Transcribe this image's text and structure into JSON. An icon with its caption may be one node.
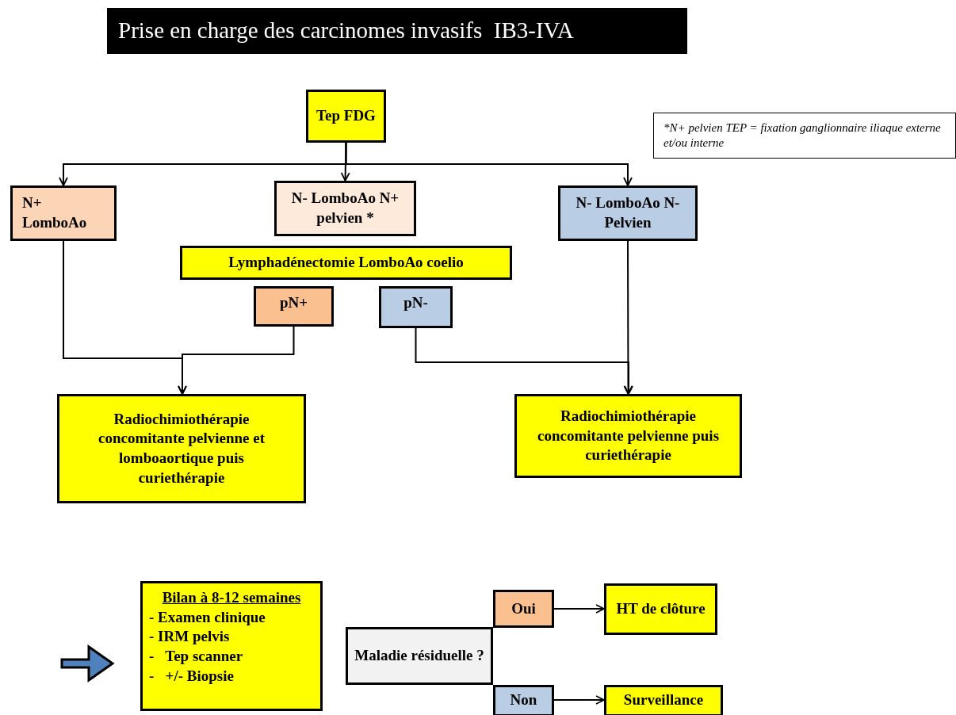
{
  "diagram": {
    "title": "Prise en charge des carcinomes invasifs  IB3-IVA",
    "nodes": [
      {
        "text": [
          "Tep FDG"
        ]
      },
      {
        "text": [
          "N+ LomboAo"
        ]
      },
      {
        "text": [
          "N- LomboAo N+ pelvien *"
        ]
      },
      {
        "text": [
          "Lymphadénectomie LomboAo  coelio"
        ]
      },
      {
        "text": [
          "pN+"
        ]
      },
      {
        "text": [
          "pN-"
        ]
      },
      {
        "text": [
          "N- LomboAo N- Pelvien"
        ]
      },
      {
        "text": [
          "Radiochimiothérapie concomitante pelvienne et lomboaortique puis curiethérapie"
        ]
      },
      {
        "text": [
          "Radiochimiothérapie concomitante pelvienne puis curiethérapie"
        ]
      },
      {
        "text": [
          "*N+ pelvien TEP = fixation ganglionnaire iliaque externe et/ou interne"
        ]
      },
      {
        "text": [
          "Bilan à 8-12 semaines",
          "- Examen clinique",
          "- IRM pelvis",
          "-   Tep scanner",
          "-   +/- Biopsie"
        ]
      },
      {
        "text": [
          "Maladie résiduelle ?"
        ]
      },
      {
        "text": [
          "Oui"
        ]
      },
      {
        "text": [
          "Non"
        ]
      },
      {
        "text": [
          "HT de clôture"
        ]
      },
      {
        "text": [
          "Surveillance"
        ]
      }
    ],
    "edges": [
      {
        "from": 0,
        "to": 1,
        "arrow": "to"
      },
      {
        "from": 0,
        "to": 2,
        "arrow": "to"
      },
      {
        "from": 0,
        "to": 6,
        "arrow": "to"
      },
      {
        "from": 1,
        "to": 7,
        "arrow": "to"
      },
      {
        "from": 4,
        "to": 7,
        "arrow": "to"
      },
      {
        "from": 5,
        "to": 8,
        "arrow": "to"
      },
      {
        "from": 6,
        "to": 8,
        "arrow": "to"
      },
      {
        "from": 12,
        "to": 14,
        "arrow": "to"
      },
      {
        "from": 13,
        "to": 15,
        "arrow": "to"
      }
    ]
  }
}
